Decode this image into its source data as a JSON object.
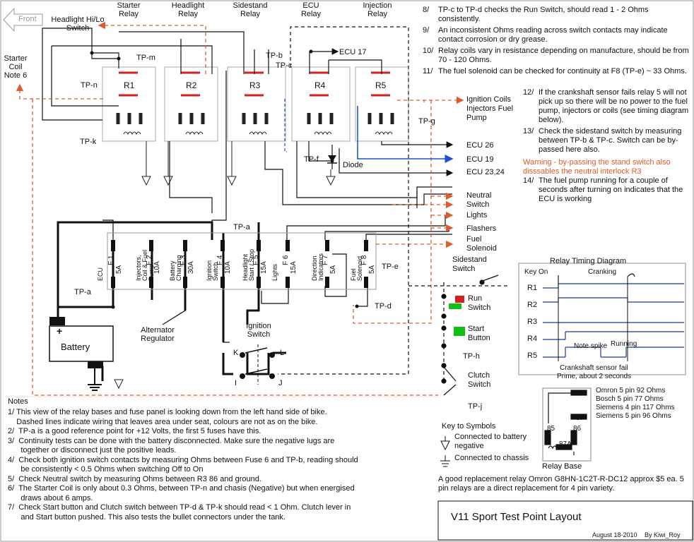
{
  "front": "Front",
  "relays": [
    {
      "title": "Starter Relay",
      "id": "R1"
    },
    {
      "title": "Headlight Relay",
      "id": "R2"
    },
    {
      "title": "Sidestand Relay",
      "id": "R3"
    },
    {
      "title": "ECU Relay",
      "id": "R4"
    },
    {
      "title": "Injection Relay",
      "id": "R5"
    }
  ],
  "left_labels": {
    "hilo": "Headlight Hi/Lo Switch",
    "starter_coil": "Starter Coil Note 6"
  },
  "tp": {
    "m": "TP-m",
    "n": "TP-n",
    "k": "TP-k",
    "b": "TP-b",
    "c": "TP-c",
    "f": "TP-f",
    "g": "TP-g",
    "a_top": "TP-a",
    "a": "TP-a",
    "e": "TP-e",
    "d": "TP-d",
    "h": "TP-h",
    "j": "TP-j"
  },
  "outputs": {
    "ecu17": "ECU 17",
    "ecu26": "ECU 26",
    "ecu19": "ECU 19",
    "ecu2324": "ECU 23,24",
    "diode": "Diode",
    "ign": "Ignition Coils Injectors Fuel Pump",
    "neutral": "Neutral Switch",
    "lights": "Lights",
    "flashers": "Flashers",
    "fuel": "Fuel Solenoid"
  },
  "fuses": [
    {
      "name": "ECU",
      "num": "F 1",
      "amp": "5A"
    },
    {
      "name": "Injectors, Coil & Fuel Pump",
      "num": "F 2",
      "amp": "10A"
    },
    {
      "name": "Battery Charging",
      "num": "F 3",
      "amp": "30A"
    },
    {
      "name": "Ignition Switch",
      "num": "F 4",
      "amp": "10A"
    },
    {
      "name": "Headlight Start / Stop",
      "num": "F 5",
      "amp": "15A"
    },
    {
      "name": "Lights",
      "num": "F 6",
      "amp": "15A"
    },
    {
      "name": "Direction Indicators",
      "num": "F 7",
      "amp": "5A"
    },
    {
      "name": "Fuel Solenoid",
      "num": "F 8",
      "amp": "5A"
    }
  ],
  "battery": {
    "label": "Battery",
    "plus": "+"
  },
  "alternator": "Alternator Regulator",
  "ignition_switch": {
    "title": "Ignition Switch",
    "k": "K",
    "l": "L",
    "i": "I",
    "j": "J"
  },
  "switches": {
    "sidestand": "Sidestand Switch",
    "run": "Run Switch",
    "start": "Start Button",
    "clutch": "Clutch Switch"
  },
  "timing": {
    "title": "Relay Timing Diagram",
    "key_on": "Key On",
    "cranking": "Cranking",
    "rows": [
      "R1",
      "R2",
      "R3",
      "R4",
      "R5"
    ],
    "note_spike": "Note spike",
    "running": "Running",
    "crank_fail": "Crankshaft sensor fail",
    "prime": "Prime, about 2 seconds"
  },
  "relay_base": {
    "title": "Relay Base",
    "pins": [
      "30",
      "87",
      "85",
      "86",
      "87A"
    ],
    "ohms": [
      "Omron 5 pin 92 Ohms",
      "Bosch 5 pin 77 Ohms",
      "Siemens 4 pin 117 Ohms",
      "Siemens 5 pin 96 Ohms"
    ]
  },
  "key": {
    "title": "Key to Symbols",
    "neg": "Connected to battery negative",
    "chassis": "Connected to chassis"
  },
  "replacement": "A good replacement relay Omron G8HN-1C2T-R-DC12 approx $5 ea. 5 pin relays are a direct replacement for 4 pin variety.",
  "title_block": {
    "title": "V11 Sport Test Point Layout",
    "date": "August 18-2010",
    "author": "By Kiwi_Roy"
  },
  "notes_heading": "Notes",
  "notes_left": [
    "1/ This view of the relay bases and fuse panel is looking down from the left hand side of bike.",
    "    Dashed lines indicate wiring that leaves area under seat, colours are not as on the bike.",
    "2/  TP-a is a good reference point for +12 Volts, the first 5 fuses have this.",
    "3/  Continuity tests can be done with the battery disconnected. Make sure the negative lugs are",
    "      together or disconnect just the positive leads.",
    "4/  Check both ignition switch contacts by measuring Ohms between Fuse 6 and TP-b, reading should",
    "      be consistently < 0.5 Ohms when switching Off to On",
    "5/  Check Neutral switch by measuring Ohms between R3 86 and ground.",
    "6/  The Starter Coil is only about 0.3 Ohms, between TP-n and chasis (Negative) but when energised",
    "      draws about 6 amps.",
    "7/  Check Start button and Clutch switch between TP-d & TP-k should read < 1 Ohm. Clutch lever in",
    "      and Start button pushed. This also tests the bullet connectors under the tank."
  ],
  "notes_right": [
    {
      "n": "8/",
      "text": "TP-c to TP-d checks the Run Switch, should read 1 - 2 Ohms consistently."
    },
    {
      "n": "9/",
      "text": "An inconsistent Ohms reading across switch contacts may indicate contact corrosion or dry grease."
    },
    {
      "n": "10/",
      "text": "Relay coils vary in resistance depending on manufacture, should be from 70 - 120 Ohms."
    },
    {
      "n": "11/",
      "text": "The fuel solenoid can be checked for continuity at F8 (TP-e) ~ 33 Ohms."
    }
  ],
  "notes_right2": [
    {
      "n": "12/",
      "text": "If the crankshaft sensor fails relay 5 will not pick up so there will be no power to the fuel pump, injectors or coils (see timing diagram below)."
    },
    {
      "n": "13/",
      "text": "Check the sidestand switch by measuring between TP-b & TP-c. Switch can be by-passed here also."
    }
  ],
  "warning": "Warning - by-passing the stand switch also disssables the neutral interlock R3",
  "note14": {
    "n": "14/",
    "text": "The fuel pump running for a couple of seconds after turning on indicates that the ECU is working"
  },
  "colors": {
    "red": "#e05a2a",
    "blue": "#1a4fd0",
    "green": "#10c010",
    "relay_red": "#d42020",
    "line": "#111111",
    "timing": "#1a3a9a"
  }
}
